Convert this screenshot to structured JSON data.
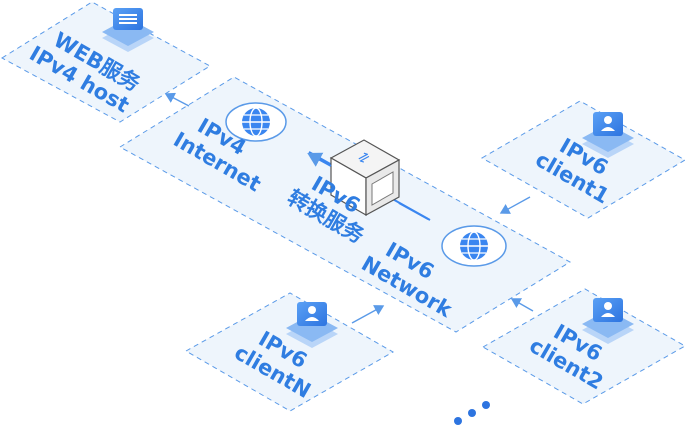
{
  "nodes": {
    "web_service": {
      "line1": "WEB服务",
      "line2": "IPv4 host",
      "icon": "server-icon"
    },
    "ipv4_internet": {
      "line1": "IPv4",
      "line2": "Internet",
      "icon": "globe-icon"
    },
    "ipv6_translation": {
      "line1": "IPv6",
      "line2": "转换服务",
      "icon": "translation-box-icon",
      "symbol": "⇌"
    },
    "ipv6_network": {
      "line1": "IPv6",
      "line2": "Network",
      "icon": "globe-icon"
    },
    "client1": {
      "line1": "IPv6",
      "line2": "client1",
      "icon": "user-icon"
    },
    "client2": {
      "line1": "IPv6",
      "line2": "client2",
      "icon": "user-icon"
    },
    "clientN": {
      "line1": "IPv6",
      "line2": "clientN",
      "icon": "user-icon"
    }
  },
  "colors": {
    "accent": "#2f7de1",
    "panel_fill": "#eef5fc",
    "panel_border": "#5a9ae8",
    "icon_blue": "#3a86f0"
  }
}
